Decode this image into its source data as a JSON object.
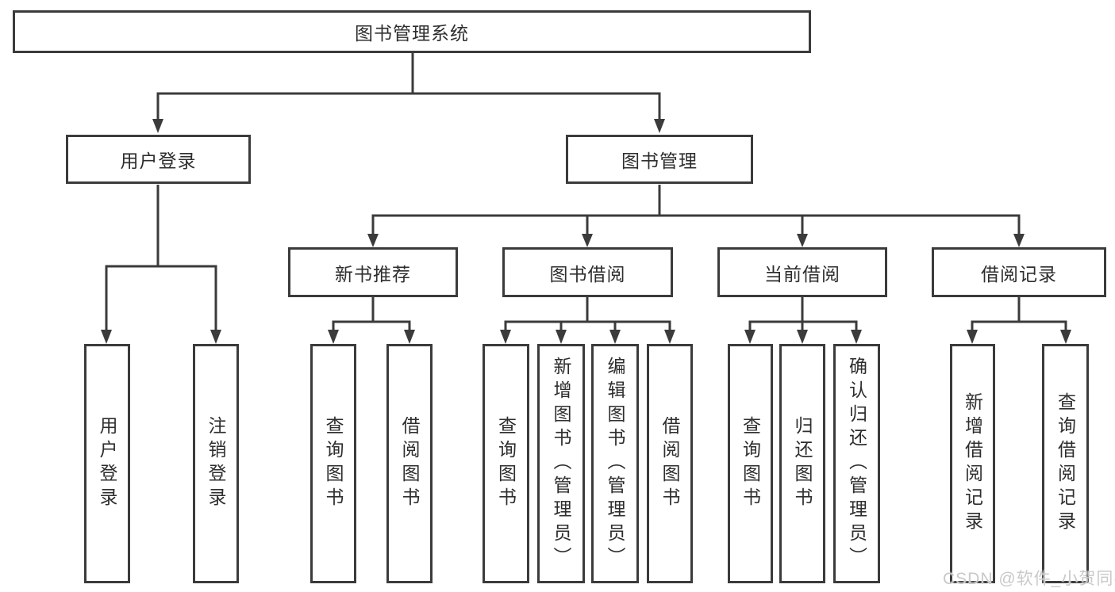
{
  "watermark": "CSDN @软件_小贺同学",
  "colors": {
    "line": "#3b3b3b",
    "box_border": "#3b3b3b",
    "text": "#2e2e2e",
    "background": "#ffffff",
    "watermark": "#c9c9c9"
  },
  "tree": {
    "root": {
      "label": "图书管理系统"
    },
    "branches": [
      {
        "label": "用户登录",
        "children": [
          {
            "label": "用户登录"
          },
          {
            "label": "注销登录"
          }
        ]
      },
      {
        "label": "图书管理",
        "children": [
          {
            "label": "新书推荐",
            "children": [
              {
                "label": "查询图书"
              },
              {
                "label": "借阅图书"
              }
            ]
          },
          {
            "label": "图书借阅",
            "children": [
              {
                "label": "查询图书"
              },
              {
                "label": "新增图书（管理员）"
              },
              {
                "label": "编辑图书（管理员）"
              },
              {
                "label": "借阅图书"
              }
            ]
          },
          {
            "label": "当前借阅",
            "children": [
              {
                "label": "查询图书"
              },
              {
                "label": "归还图书"
              },
              {
                "label": "确认归还（管理员）"
              }
            ]
          },
          {
            "label": "借阅记录",
            "children": [
              {
                "label": "新增借阅记录"
              },
              {
                "label": "查询借阅记录"
              }
            ]
          }
        ]
      }
    ]
  }
}
